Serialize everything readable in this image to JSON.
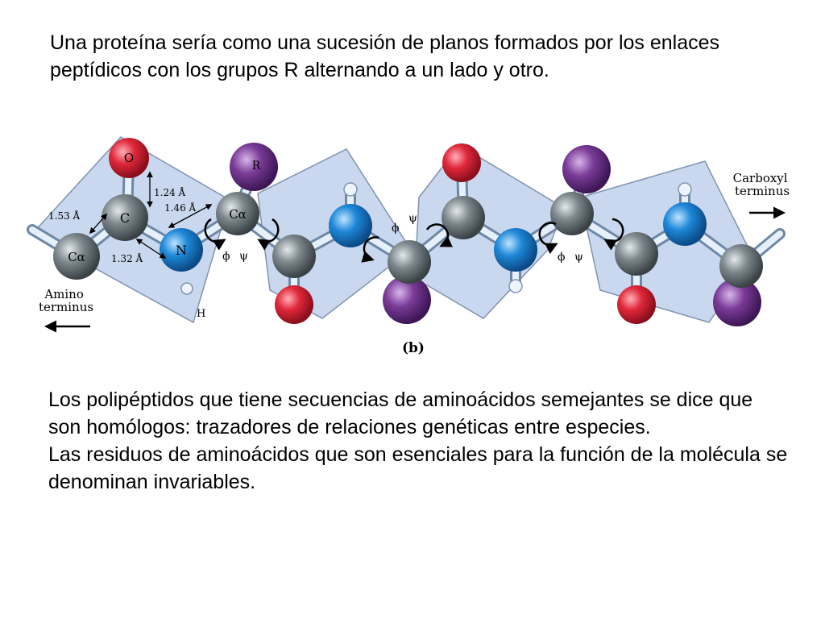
{
  "intro_text": "Una proteína sería como una sucesión de planos formados por los enlaces peptídicos con los grupos R alternando a un lado y otro.",
  "figure": {
    "label_b": "(b)",
    "atoms": {
      "O": "O",
      "C": "C",
      "N": "N",
      "R": "R",
      "H": "H",
      "Ca": "Cα"
    },
    "bond_lengths": {
      "co": "1.24 Å",
      "cn_alpha": "1.46 Å",
      "c_alpha_c": "1.53 Å",
      "peptide": "1.32 Å"
    },
    "angles": {
      "phi": "ϕ",
      "psi": "ψ"
    },
    "amino_terminus": "Amino terminus",
    "carboxyl_terminus": "Carboxyl terminus",
    "colors": {
      "oxygen": "#e0283a",
      "nitrogen": "#1e88d8",
      "carbon": "#7d878c",
      "r_group": "#7a3c98",
      "plane": "#c9d8ee",
      "bond": "#bfd4ea"
    }
  },
  "paragraph_1": "Los polipéptidos que tiene secuencias de aminoácidos semejantes se dice que son homólogos: trazadores de relaciones genéticas entre especies.",
  "paragraph_2": "Las residuos de aminoácidos que son esenciales para la función de la molécula se denominan invariables."
}
